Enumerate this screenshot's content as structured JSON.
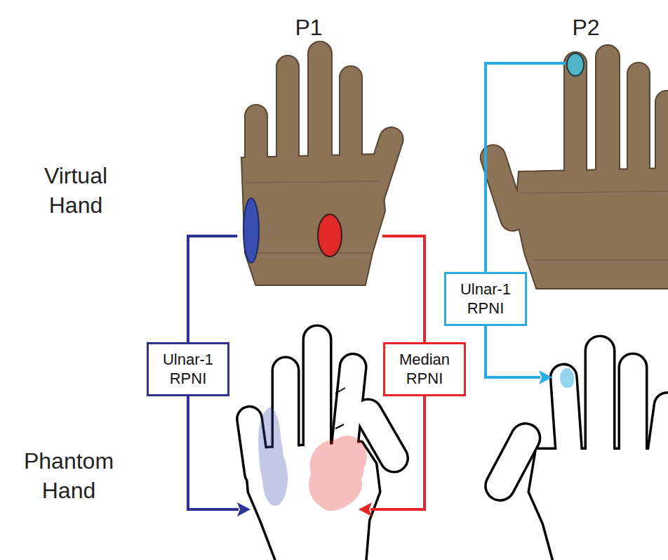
{
  "diagram": {
    "nodes": [
      {
        "text": [
          "Ulnar-1 RPNI"
        ]
      },
      {
        "text": [
          "Median RPNI"
        ]
      },
      {
        "text": [
          "Ulnar-1 RPNI"
        ]
      }
    ],
    "labels": [
      "P1",
      "P2",
      "Virtual Hand",
      "Phantom Hand"
    ]
  }
}
